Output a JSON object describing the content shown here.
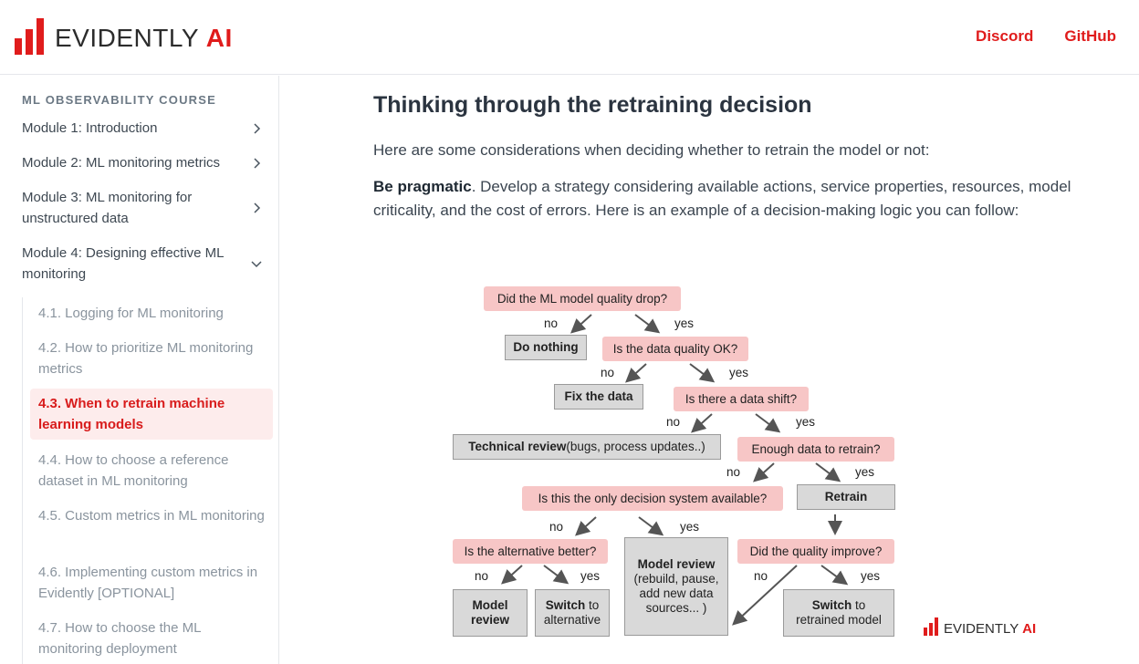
{
  "header": {
    "logo_text": "EVIDENTLY",
    "logo_ai": "AI",
    "nav": [
      "Discord",
      "GitHub"
    ]
  },
  "sidebar": {
    "course_title": "ML OBSERVABILITY COURSE",
    "modules": [
      {
        "label": "Module 1: Introduction",
        "expanded": false
      },
      {
        "label": "Module 2: ML monitoring metrics",
        "expanded": false
      },
      {
        "label": "Module 3: ML monitoring for unstructured data",
        "expanded": false
      },
      {
        "label": "Module 4: Designing effective ML monitoring",
        "expanded": true
      }
    ],
    "subitems": [
      {
        "label": "4.1. Logging for ML monitoring"
      },
      {
        "label": "4.2. How to prioritize ML monitoring metrics"
      },
      {
        "label": "4.3. When to retrain machine learning models",
        "active": true
      },
      {
        "label": "4.4. How to choose a reference dataset in ML monitoring"
      },
      {
        "label": "4.5. Custom metrics in ML monitoring"
      },
      {
        "label": "4.6. Implementing custom metrics in Evidently [OPTIONAL]"
      },
      {
        "label": "4.7. How to choose the ML monitoring deployment"
      }
    ]
  },
  "content": {
    "title": "Thinking through the retraining decision",
    "intro": "Here are some considerations when deciding whether to retrain the model or not:",
    "p2_bold": "Be pragmatic",
    "p2_rest": ". Develop a strategy considering available actions, service properties, resources, model criticality, and the cost of errors. Here is an example of a decision-making logic you can follow:"
  },
  "diagram": {
    "q1": "Did the ML model quality drop?",
    "a_do_nothing": "Do nothing",
    "q2": "Is the data quality OK?",
    "a_fix_data": "Fix the data",
    "q3": "Is there a data shift?",
    "a_tech_review_bold": "Technical review",
    "a_tech_review_rest": " (bugs, process updates..)",
    "q4": "Enough data to retrain?",
    "q5": "Is this the only decision system available?",
    "a_retrain": "Retrain",
    "q6": "Is the alternative better?",
    "a_model_review2_bold": "Model review",
    "a_model_review2_rest": "(rebuild, pause, add new data sources... )",
    "q7": "Did the quality improve?",
    "a_model_review": "Model review",
    "a_switch_alt_bold": "Switch",
    "a_switch_alt_rest": " to alternative",
    "a_switch_retrained_bold": "Switch",
    "a_switch_retrained_rest": " to retrained model",
    "no": "no",
    "yes": "yes",
    "logo_text": "EVIDENTLY",
    "logo_ai": "AI"
  },
  "colors": {
    "brand_red": "#e01c1c",
    "question_fill": "#f7c6c6",
    "action_fill": "#d9d9d9",
    "active_bg": "#fdecec"
  }
}
